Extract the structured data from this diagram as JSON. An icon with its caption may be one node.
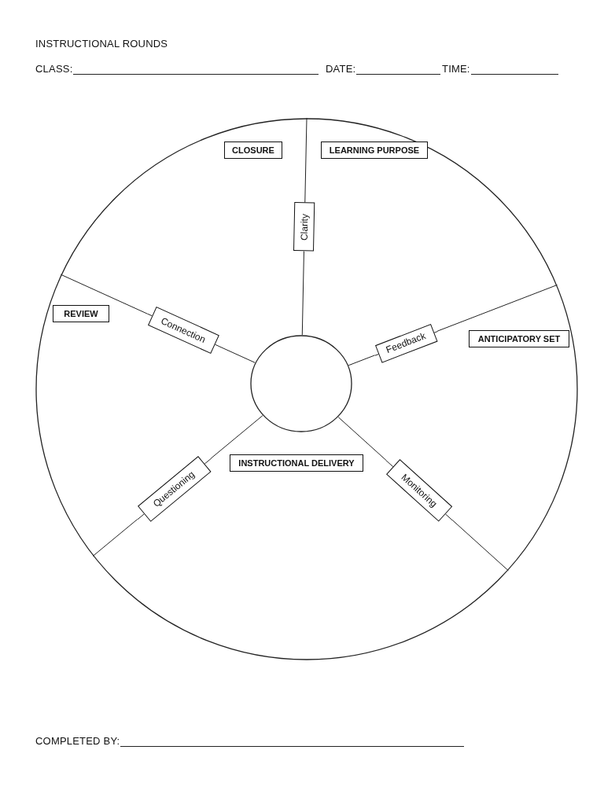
{
  "diagram": {
    "title": "INSTRUCTIONAL ROUNDS",
    "nodes": [
      {
        "text": [],
        "shape": "circle"
      },
      {
        "text": [
          "CLOSURE"
        ],
        "in": 0
      },
      {
        "text": [
          "LEARNING PURPOSE"
        ],
        "in": 0
      },
      {
        "text": [
          "Clarity"
        ],
        "in": 0
      },
      {
        "text": [
          "REVIEW"
        ],
        "in": 0
      },
      {
        "text": [
          "Connection"
        ],
        "in": 0
      },
      {
        "text": [
          "Feedback"
        ],
        "in": 0
      },
      {
        "text": [
          "ANTICIPATORY SET"
        ],
        "in": 0
      },
      {
        "text": [],
        "shape": "circle",
        "in": 0
      },
      {
        "text": [
          "INSTRUCTIONAL DELIVERY"
        ],
        "in": 0
      },
      {
        "text": [
          "Questioning"
        ],
        "in": 0
      },
      {
        "text": [
          "Monitoring"
        ],
        "in": 0
      }
    ],
    "edges": [
      {
        "from": 8,
        "to": 3,
        "arrow": "none"
      },
      {
        "from": 8,
        "to": 5,
        "arrow": "none"
      },
      {
        "from": 8,
        "to": 6,
        "arrow": "none"
      },
      {
        "from": 8,
        "to": 10,
        "arrow": "none"
      },
      {
        "from": 8,
        "to": 11,
        "arrow": "none"
      }
    ],
    "labels": [
      "CLASS:",
      "DATE:",
      "TIME:",
      "COMPLETED BY:"
    ]
  }
}
